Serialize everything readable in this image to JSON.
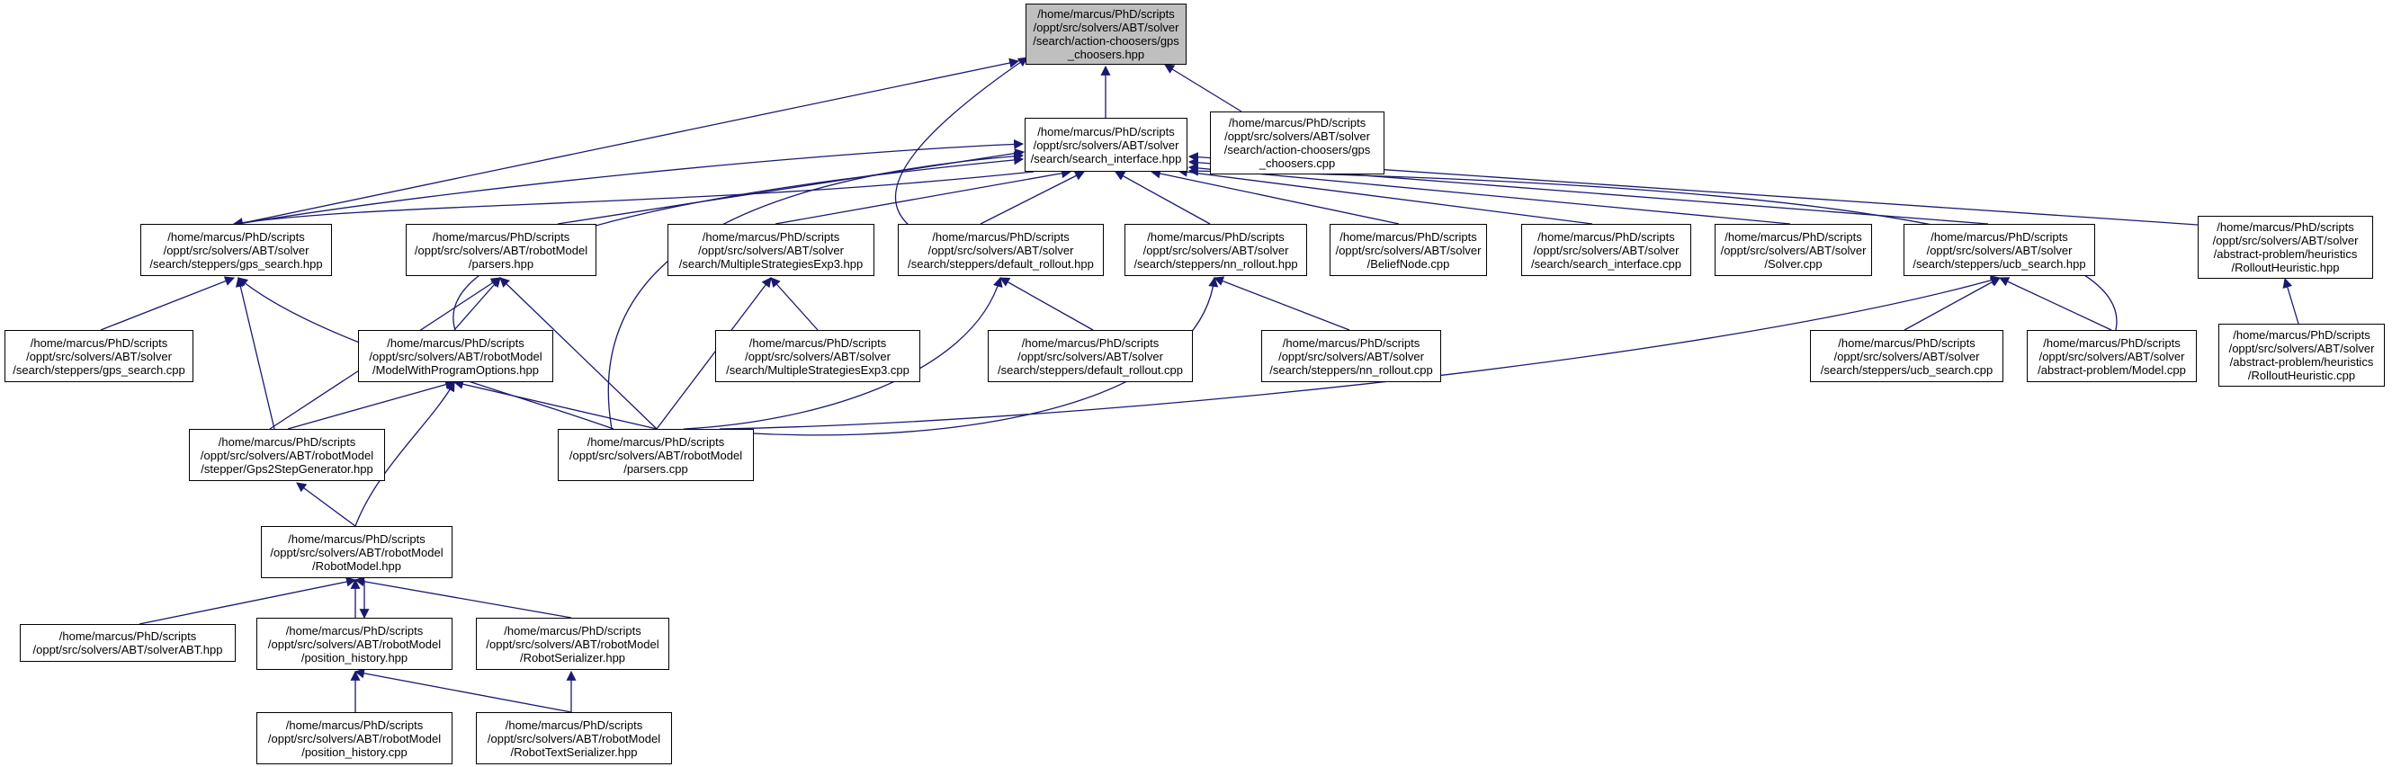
{
  "colors": {
    "edge": "#191970",
    "root_fill": "#bfbfbf",
    "node_fill": "#ffffff",
    "border": "#000000"
  },
  "nodes": {
    "gps_choosers_hpp": [
      "/home/marcus/PhD/scripts",
      "/oppt/src/solvers/ABT/solver",
      "/search/action-choosers/gps",
      "_choosers.hpp"
    ],
    "search_interface_hpp": [
      "/home/marcus/PhD/scripts",
      "/oppt/src/solvers/ABT/solver",
      "/search/search_interface.hpp"
    ],
    "gps_choosers_cpp": [
      "/home/marcus/PhD/scripts",
      "/oppt/src/solvers/ABT/solver",
      "/search/action-choosers/gps",
      "_choosers.cpp"
    ],
    "gps_search_hpp": [
      "/home/marcus/PhD/scripts",
      "/oppt/src/solvers/ABT/solver",
      "/search/steppers/gps_search.hpp"
    ],
    "parsers_hpp": [
      "/home/marcus/PhD/scripts",
      "/oppt/src/solvers/ABT/robotModel",
      "/parsers.hpp"
    ],
    "multistrat_hpp": [
      "/home/marcus/PhD/scripts",
      "/oppt/src/solvers/ABT/solver",
      "/search/MultipleStrategiesExp3.hpp"
    ],
    "default_rollout_hpp": [
      "/home/marcus/PhD/scripts",
      "/oppt/src/solvers/ABT/solver",
      "/search/steppers/default_rollout.hpp"
    ],
    "nn_rollout_hpp": [
      "/home/marcus/PhD/scripts",
      "/oppt/src/solvers/ABT/solver",
      "/search/steppers/nn_rollout.hpp"
    ],
    "beliefnode_cpp": [
      "/home/marcus/PhD/scripts",
      "/oppt/src/solvers/ABT/solver",
      "/BeliefNode.cpp"
    ],
    "search_interface_cpp": [
      "/home/marcus/PhD/scripts",
      "/oppt/src/solvers/ABT/solver",
      "/search/search_interface.cpp"
    ],
    "solver_cpp": [
      "/home/marcus/PhD/scripts",
      "/oppt/src/solvers/ABT/solver",
      "/Solver.cpp"
    ],
    "ucb_search_hpp": [
      "/home/marcus/PhD/scripts",
      "/oppt/src/solvers/ABT/solver",
      "/search/steppers/ucb_search.hpp"
    ],
    "rollout_heuristic_hpp": [
      "/home/marcus/PhD/scripts",
      "/oppt/src/solvers/ABT/solver",
      "/abstract-problem/heuristics",
      "/RolloutHeuristic.hpp"
    ],
    "gps_search_cpp": [
      "/home/marcus/PhD/scripts",
      "/oppt/src/solvers/ABT/solver",
      "/search/steppers/gps_search.cpp"
    ],
    "model_with_po_hpp": [
      "/home/marcus/PhD/scripts",
      "/oppt/src/solvers/ABT/robotModel",
      "/ModelWithProgramOptions.hpp"
    ],
    "multistrat_cpp": [
      "/home/marcus/PhD/scripts",
      "/oppt/src/solvers/ABT/solver",
      "/search/MultipleStrategiesExp3.cpp"
    ],
    "default_rollout_cpp": [
      "/home/marcus/PhD/scripts",
      "/oppt/src/solvers/ABT/solver",
      "/search/steppers/default_rollout.cpp"
    ],
    "nn_rollout_cpp": [
      "/home/marcus/PhD/scripts",
      "/oppt/src/solvers/ABT/solver",
      "/search/steppers/nn_rollout.cpp"
    ],
    "ucb_search_cpp": [
      "/home/marcus/PhD/scripts",
      "/oppt/src/solvers/ABT/solver",
      "/search/steppers/ucb_search.cpp"
    ],
    "model_cpp": [
      "/home/marcus/PhD/scripts",
      "/oppt/src/solvers/ABT/solver",
      "/abstract-problem/Model.cpp"
    ],
    "rollout_heuristic_cpp": [
      "/home/marcus/PhD/scripts",
      "/oppt/src/solvers/ABT/solver",
      "/abstract-problem/heuristics",
      "/RolloutHeuristic.cpp"
    ],
    "gps2step_hpp": [
      "/home/marcus/PhD/scripts",
      "/oppt/src/solvers/ABT/robotModel",
      "/stepper/Gps2StepGenerator.hpp"
    ],
    "parsers_cpp": [
      "/home/marcus/PhD/scripts",
      "/oppt/src/solvers/ABT/robotModel",
      "/parsers.cpp"
    ],
    "robotmodel_hpp": [
      "/home/marcus/PhD/scripts",
      "/oppt/src/solvers/ABT/robotModel",
      "/RobotModel.hpp"
    ],
    "solverabt_hpp": [
      "/home/marcus/PhD/scripts",
      "/oppt/src/solvers/ABT/solverABT.hpp"
    ],
    "position_history_hpp": [
      "/home/marcus/PhD/scripts",
      "/oppt/src/solvers/ABT/robotModel",
      "/position_history.hpp"
    ],
    "robot_serializer_hpp": [
      "/home/marcus/PhD/scripts",
      "/oppt/src/solvers/ABT/robotModel",
      "/RobotSerializer.hpp"
    ],
    "position_history_cpp": [
      "/home/marcus/PhD/scripts",
      "/oppt/src/solvers/ABT/robotModel",
      "/position_history.cpp"
    ],
    "robot_text_serializer_hpp": [
      "/home/marcus/PhD/scripts",
      "/oppt/src/solvers/ABT/robotModel",
      "/RobotTextSerializer.hpp"
    ]
  }
}
